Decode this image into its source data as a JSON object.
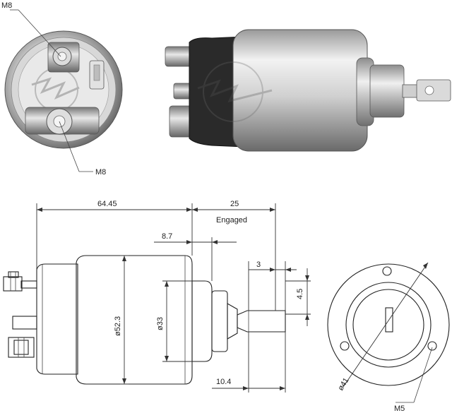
{
  "photos": {
    "end_view": {
      "callouts": [
        {
          "text": "M8"
        },
        {
          "text": "M8"
        }
      ]
    },
    "side_view": {}
  },
  "drawing": {
    "dimensions": {
      "overall_length": "64.45",
      "stroke": "25",
      "stroke_note": "Engaged",
      "flange_offset": "8.7",
      "plunger_eye": "3",
      "eye_height": "4.5",
      "body_diameter": "ø52.3",
      "nose_diameter": "ø33",
      "plunger_offset": "10.4",
      "flange_diameter": "ø41",
      "mount_thread": "M5"
    }
  },
  "colors": {
    "line": "#222222",
    "metal_light": "#e6e6e6",
    "metal_mid": "#b5b5b5",
    "metal_dark": "#6e6e6e",
    "terminal_block": "#2a2a2a",
    "background": "#ffffff"
  }
}
